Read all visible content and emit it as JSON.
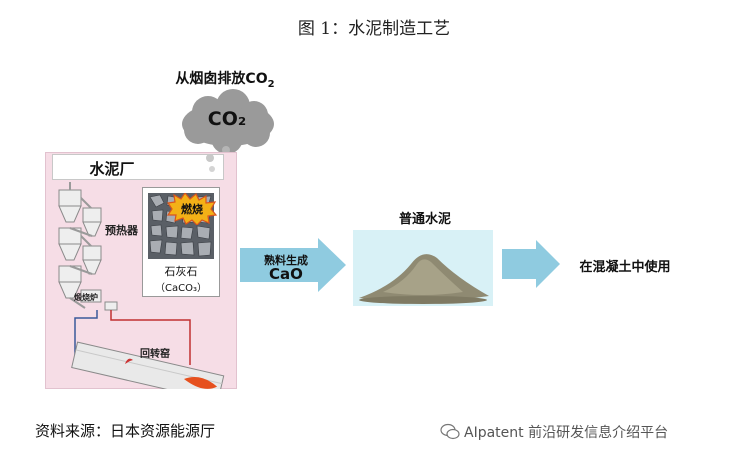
{
  "title": "图 1：水泥制造工艺",
  "emission": {
    "text": "从烟囱排放CO",
    "subscript": "2"
  },
  "cloud": {
    "text": "CO₂"
  },
  "factory": {
    "title": "水泥厂",
    "preheater_label": "预热器",
    "calciner_label": "煅烧炉",
    "kiln_label": "回转窑"
  },
  "limestone": {
    "burn_label": "燃烧",
    "name": "石灰石",
    "formula": "（CaCO₃）"
  },
  "arrow_clinker": {
    "line1": "熟料生成",
    "line2": "CaO"
  },
  "cement": {
    "label": "普通水泥"
  },
  "usage": {
    "label": "在混凝土中使用"
  },
  "source": "资料来源：日本资源能源厅",
  "watermark": "AIpatent 前沿研发信息介绍平台",
  "colors": {
    "panel_bg": "#f6dde6",
    "arrow": "#8fcbe0",
    "cement_bg": "#d8f1f6",
    "cloud": "#9a9a9a",
    "burn": "#f3b117"
  }
}
